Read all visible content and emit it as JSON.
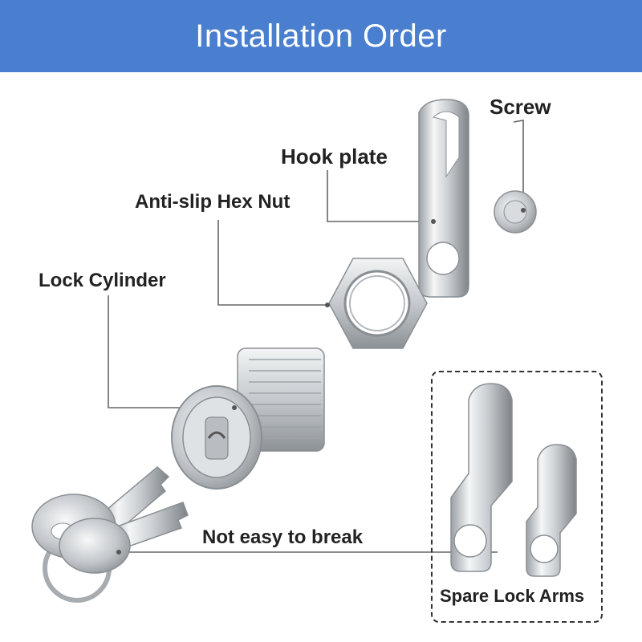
{
  "title": "Installation Order",
  "labels": {
    "screw": "Screw",
    "hook_plate": "Hook plate",
    "hex_nut": "Anti-slip Hex Nut",
    "lock_cylinder": "Lock Cylinder",
    "not_easy": "Not easy to break",
    "spare_arms": "Spare Lock Arms"
  },
  "colors": {
    "banner": "#4a7fcf",
    "leader_line": "#666666",
    "metal_light": "#eef0f2",
    "metal_mid": "#c4c8cc",
    "metal_dark": "#8a8f94"
  }
}
